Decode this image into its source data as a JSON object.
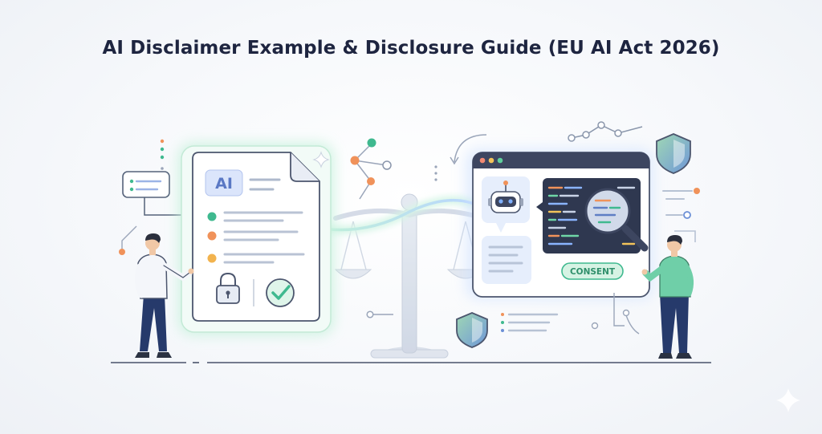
{
  "title": "AI Disclaimer Example & Disclosure Guide (EU AI Act 2026)",
  "document": {
    "badge": "AI"
  },
  "browser": {
    "consent_label": "CONSENT"
  },
  "colors": {
    "navy": "#1e2540",
    "teal": "#3fb98f",
    "orange": "#f0925a",
    "amber": "#f2b34e",
    "blue": "#6b8fd6",
    "green_glow": "#a8ebc8",
    "shield": "#8cc7a6"
  }
}
